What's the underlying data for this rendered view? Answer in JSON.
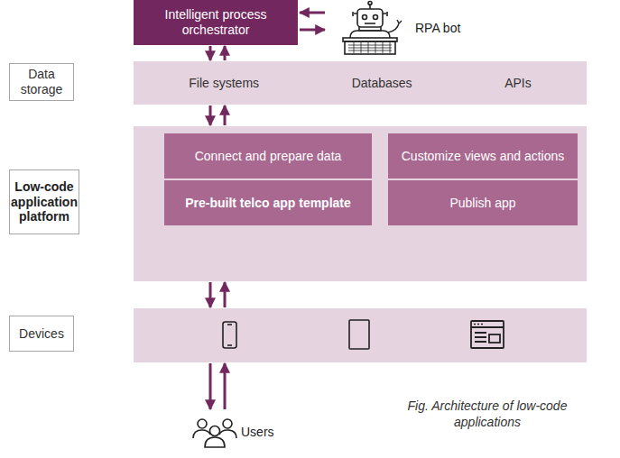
{
  "diagram": {
    "caption": "Fig. Architecture of low-code applications",
    "nodes": [
      {
        "text": [
          "Intelligent process orchestrator"
        ]
      },
      {
        "text": [
          "RPA bot"
        ]
      },
      {
        "text": [
          "Data storage"
        ]
      },
      {
        "text": [
          "File systems",
          "Databases",
          "APIs"
        ]
      },
      {
        "text": [
          "Low-code application platform"
        ]
      },
      {
        "text": []
      },
      {
        "text": [
          "Connect and prepare data"
        ],
        "in": 5
      },
      {
        "text": [
          "Pre-built telco app template"
        ],
        "in": 5
      },
      {
        "text": [
          "Customize views and actions"
        ],
        "in": 5
      },
      {
        "text": [
          "Publish app"
        ],
        "in": 5
      },
      {
        "text": [
          "Devices"
        ]
      },
      {
        "text": []
      },
      {
        "text": [
          "Users"
        ]
      }
    ],
    "edges": [
      {
        "from": 1,
        "to": 0,
        "arrow": "to"
      },
      {
        "from": 0,
        "to": 1,
        "arrow": "to"
      },
      {
        "from": 0,
        "to": 3,
        "arrow": "to"
      },
      {
        "from": 3,
        "to": 0,
        "arrow": "to"
      },
      {
        "from": 3,
        "to": 5,
        "arrow": "to"
      },
      {
        "from": 5,
        "to": 3,
        "arrow": "to"
      },
      {
        "from": 5,
        "to": 11,
        "arrow": "to"
      },
      {
        "from": 11,
        "to": 5,
        "arrow": "to"
      },
      {
        "from": 11,
        "to": 12,
        "arrow": "to"
      },
      {
        "from": 12,
        "to": 11,
        "arrow": "to"
      }
    ]
  }
}
